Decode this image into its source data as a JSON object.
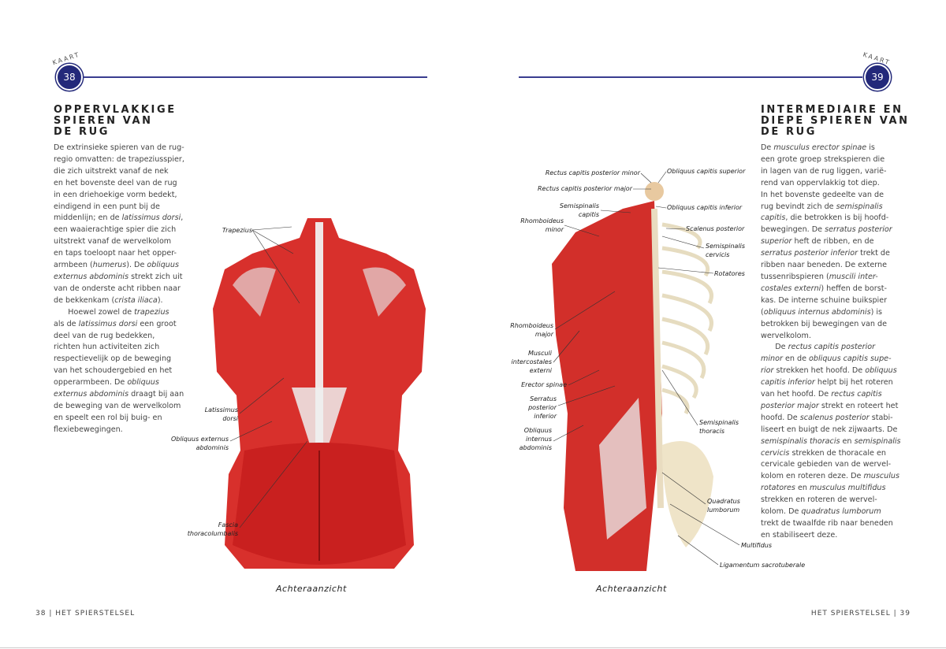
{
  "left_page": {
    "kaart_label": "KAART",
    "number": "38",
    "title_lines": [
      "OPPERVLAKKIGE",
      "SPIEREN VAN",
      "DE RUG"
    ],
    "body_lines": [
      [
        {
          "t": "De extrinsieke spieren van de rug-"
        }
      ],
      [
        {
          "t": "regio omvatten: de trapeziusspier,"
        }
      ],
      [
        {
          "t": "die zich uitstrekt vanaf de nek"
        }
      ],
      [
        {
          "t": "en het bovenste deel van de rug"
        }
      ],
      [
        {
          "t": "in een driehoekige vorm bedekt,"
        }
      ],
      [
        {
          "t": "eindigend in een punt bij de"
        }
      ],
      [
        {
          "t": "middenlijn; en de "
        },
        {
          "t": "latissimus dorsi",
          "i": true
        },
        {
          "t": ","
        }
      ],
      [
        {
          "t": "een waaierachtige spier die zich"
        }
      ],
      [
        {
          "t": "uitstrekt vanaf de wervelkolom"
        }
      ],
      [
        {
          "t": "en taps toeloopt naar het opper-"
        }
      ],
      [
        {
          "t": "armbeen ("
        },
        {
          "t": "humerus",
          "i": true
        },
        {
          "t": "). De "
        },
        {
          "t": "obliquus",
          "i": true
        }
      ],
      [
        {
          "t": "externus abdominis",
          "i": true
        },
        {
          "t": " strekt zich uit"
        }
      ],
      [
        {
          "t": "van de onderste acht ribben naar"
        }
      ],
      [
        {
          "t": "de bekkenkam ("
        },
        {
          "t": "crista iliaca",
          "i": true
        },
        {
          "t": ")."
        }
      ],
      [
        {
          "t": "      Hoewel zowel de "
        },
        {
          "t": "trapezius",
          "i": true
        }
      ],
      [
        {
          "t": "als de "
        },
        {
          "t": "latissimus dorsi",
          "i": true
        },
        {
          "t": " een groot"
        }
      ],
      [
        {
          "t": "deel van de rug bedekken,"
        }
      ],
      [
        {
          "t": "richten hun activiteiten zich"
        }
      ],
      [
        {
          "t": "respectievelijk op de beweging"
        }
      ],
      [
        {
          "t": "van het schoudergebied en het"
        }
      ],
      [
        {
          "t": "opperarmbeen. De "
        },
        {
          "t": "obliquus",
          "i": true
        }
      ],
      [
        {
          "t": "externus abdominis",
          "i": true
        },
        {
          "t": " draagt bij aan"
        }
      ],
      [
        {
          "t": "de beweging van de wervelkolom"
        }
      ],
      [
        {
          "t": "en speelt een rol bij buig- en"
        }
      ],
      [
        {
          "t": "flexiebewegingen."
        }
      ]
    ],
    "labels": {
      "trapezius": "Trapezius",
      "latissimus": [
        "Latissimus",
        "dorsi"
      ],
      "obliquus_ext": [
        "Obliquus externus",
        "abdominis"
      ],
      "fascia": [
        "Fascia",
        "thoracolumbalis"
      ]
    },
    "caption": "Achteraanzicht",
    "footer": "38 | HET SPIERSTELSEL"
  },
  "right_page": {
    "kaart_label": "KAART",
    "number": "39",
    "title_lines": [
      "INTERMEDIAIRE EN",
      "DIEPE SPIEREN VAN",
      "DE RUG"
    ],
    "body_lines": [
      [
        {
          "t": "De "
        },
        {
          "t": "musculus erector spinae",
          "i": true
        },
        {
          "t": " is"
        }
      ],
      [
        {
          "t": "een grote groep strekspieren die"
        }
      ],
      [
        {
          "t": "in lagen van de rug liggen, varië-"
        }
      ],
      [
        {
          "t": "rend van oppervlakkig tot diep."
        }
      ],
      [
        {
          "t": "In het bovenste gedeelte van de"
        }
      ],
      [
        {
          "t": "rug bevindt zich de "
        },
        {
          "t": "semispinalis",
          "i": true
        }
      ],
      [
        {
          "t": "capitis",
          "i": true
        },
        {
          "t": ", die betrokken is bij hoofd-"
        }
      ],
      [
        {
          "t": "bewegingen. De "
        },
        {
          "t": "serratus posterior",
          "i": true
        }
      ],
      [
        {
          "t": "superior",
          "i": true
        },
        {
          "t": " heft de ribben, en de"
        }
      ],
      [
        {
          "t": "serratus posterior inferior",
          "i": true
        },
        {
          "t": " trekt de"
        }
      ],
      [
        {
          "t": "ribben naar beneden. De externe"
        }
      ],
      [
        {
          "t": "tussenribspieren ("
        },
        {
          "t": "muscili inter-",
          "i": true
        }
      ],
      [
        {
          "t": "costales externi",
          "i": true
        },
        {
          "t": ") heffen de borst-"
        }
      ],
      [
        {
          "t": "kas. De interne schuine buikspier"
        }
      ],
      [
        {
          "t": "("
        },
        {
          "t": "obliquus internus abdominis",
          "i": true
        },
        {
          "t": ") is"
        }
      ],
      [
        {
          "t": "betrokken bij bewegingen van de"
        }
      ],
      [
        {
          "t": "wervelkolom."
        }
      ],
      [
        {
          "t": "      De "
        },
        {
          "t": "rectus capitis posterior",
          "i": true
        }
      ],
      [
        {
          "t": "minor",
          "i": true
        },
        {
          "t": " en de "
        },
        {
          "t": "obliquus capitis supe-",
          "i": true
        }
      ],
      [
        {
          "t": "rior",
          "i": true
        },
        {
          "t": " strekken het hoofd. De "
        },
        {
          "t": "obliquus",
          "i": true
        }
      ],
      [
        {
          "t": "capitis inferior",
          "i": true
        },
        {
          "t": " helpt bij het roteren"
        }
      ],
      [
        {
          "t": "van het hoofd. De "
        },
        {
          "t": "rectus capitis",
          "i": true
        }
      ],
      [
        {
          "t": "posterior major",
          "i": true
        },
        {
          "t": " strekt en roteert het"
        }
      ],
      [
        {
          "t": "hoofd. De "
        },
        {
          "t": "scalenus posterior",
          "i": true
        },
        {
          "t": " stabi-"
        }
      ],
      [
        {
          "t": "liseert en buigt de nek zijwaarts. De"
        }
      ],
      [
        {
          "t": "semispinalis thoracis",
          "i": true
        },
        {
          "t": " en "
        },
        {
          "t": "semispinalis",
          "i": true
        }
      ],
      [
        {
          "t": "cervicis",
          "i": true
        },
        {
          "t": " strekken de thoracale en"
        }
      ],
      [
        {
          "t": "cervicale gebieden van de wervel-"
        }
      ],
      [
        {
          "t": "kolom en roteren deze. De "
        },
        {
          "t": "musculus",
          "i": true
        }
      ],
      [
        {
          "t": "rotatores",
          "i": true
        },
        {
          "t": " en "
        },
        {
          "t": "musculus multifidus",
          "i": true
        }
      ],
      [
        {
          "t": "strekken en roteren de wervel-"
        }
      ],
      [
        {
          "t": "kolom. De "
        },
        {
          "t": "quadratus lumborum",
          "i": true
        }
      ],
      [
        {
          "t": "trekt de twaalfde rib naar beneden"
        }
      ],
      [
        {
          "t": "en stabiliseert deze."
        }
      ]
    ],
    "labels": {
      "rcp_minor": "Rectus capitis posterior minor",
      "rcp_major": "Rectus capitis posterior major",
      "ocs": "Obliquus capitis superior",
      "semi_capitis": [
        "Semispinalis",
        "capitis"
      ],
      "oci": "Obliquus capitis inferior",
      "rhomb_minor": [
        "Rhomboideus",
        "minor"
      ],
      "scalenus": "Scalenus posterior",
      "semi_cervicis": [
        "Semispinalis",
        "cervicis"
      ],
      "rotatores": "Rotatores",
      "rhomb_major": [
        "Rhomboideus",
        "major"
      ],
      "intercostales": [
        "Musculi",
        "intercostales",
        "externi"
      ],
      "erector": "Erector spinae",
      "serratus": [
        "Serratus",
        "posterior",
        "inferior"
      ],
      "obl_int": [
        "Obliquus",
        "internus",
        "abdominis"
      ],
      "semi_thoracis": [
        "Semispinalis",
        "thoracis"
      ],
      "quadratus": [
        "Quadratus",
        "lumborum"
      ],
      "multifidus": "Multifidus",
      "ligamentum": "Ligamentum sacrotuberale"
    },
    "caption": "Achteraanzicht",
    "footer": "HET SPIERSTELSEL | 39"
  }
}
